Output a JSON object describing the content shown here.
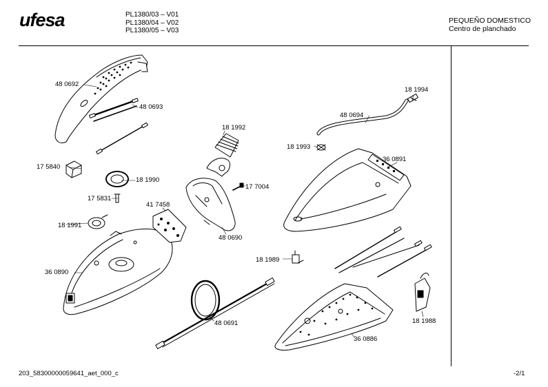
{
  "header": {
    "brand": "ufesa",
    "models": [
      "PL1380/03 – V01",
      "PL1380/04 – V02",
      "PL1380/05 – V03"
    ],
    "category_line1": "PEQUEÑO DOMESTICO",
    "category_line2": "Centro de planchado"
  },
  "parts": [
    {
      "id": "p-480692",
      "label": "48 0692"
    },
    {
      "id": "p-480693",
      "label": "48 0693"
    },
    {
      "id": "p-175840",
      "label": "17 5840"
    },
    {
      "id": "p-181990",
      "label": "18 1990"
    },
    {
      "id": "p-175831",
      "label": "17 5831"
    },
    {
      "id": "p-181991",
      "label": "18 1991"
    },
    {
      "id": "p-360890",
      "label": "36 0890"
    },
    {
      "id": "p-181992",
      "label": "18 1992"
    },
    {
      "id": "p-177004",
      "label": "17 7004"
    },
    {
      "id": "p-417458",
      "label": "41 7458"
    },
    {
      "id": "p-480690",
      "label": "48 0690"
    },
    {
      "id": "p-480691",
      "label": "48 0691"
    },
    {
      "id": "p-181994",
      "label": "18 1994"
    },
    {
      "id": "p-480694",
      "label": "48 0694"
    },
    {
      "id": "p-181993",
      "label": "18 1993"
    },
    {
      "id": "p-360891",
      "label": "36 0891"
    },
    {
      "id": "p-181989",
      "label": "18 1989"
    },
    {
      "id": "p-181988",
      "label": "18 1988"
    },
    {
      "id": "p-360886",
      "label": "36 0886"
    }
  ],
  "footer": {
    "document_code": "203_58300000059641_aet_000_c",
    "page": "-2/1"
  }
}
